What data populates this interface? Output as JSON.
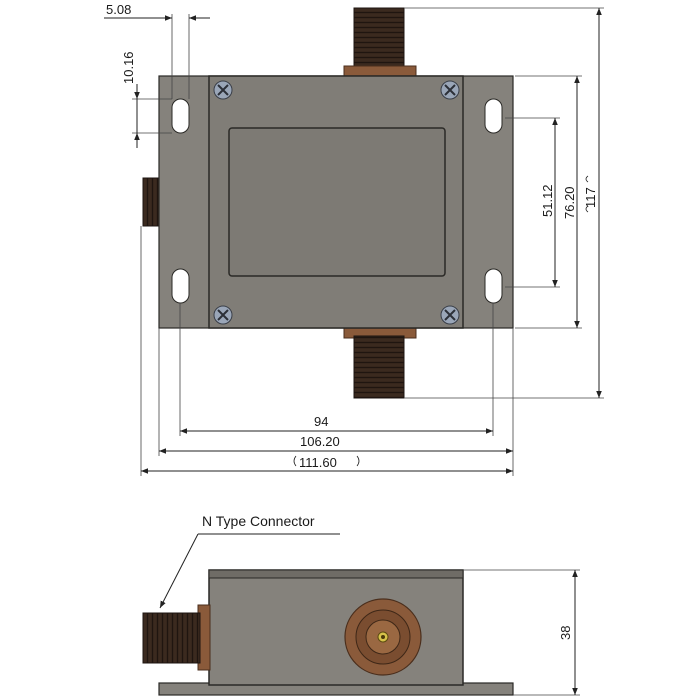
{
  "drawing": {
    "top_view": {
      "dimensions": {
        "slot_width": "5.08",
        "slot_height": "10.16",
        "hole_pitch_vertical": "51.12",
        "flange_height": "76.20",
        "overall_height": "117",
        "hole_pitch_horizontal": "94",
        "body_width": "106.20",
        "overall_width": "111.60"
      }
    },
    "side_view": {
      "callout": "N Type Connector",
      "dimensions": {
        "height": "38"
      }
    },
    "colors": {
      "housing": "#85827c",
      "housing_dark": "#3e3c38",
      "lid": "#7d7a74",
      "connector_thread": "#3b2a1f",
      "connector_nut": "#8a5a3a",
      "screw": "#9aa6b8",
      "line": "#222222"
    }
  }
}
